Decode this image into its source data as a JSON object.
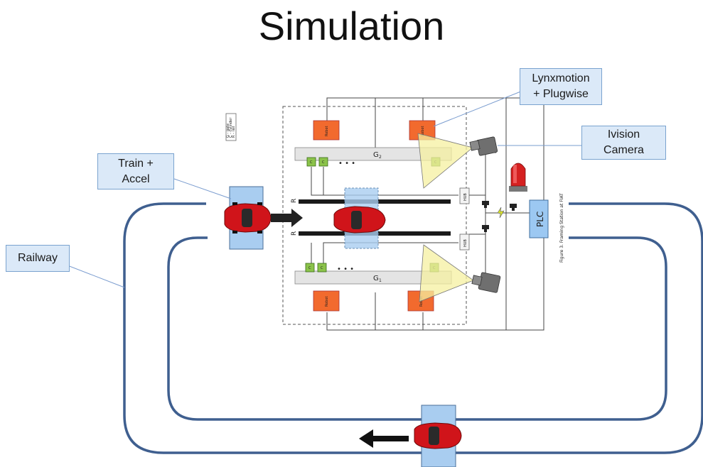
{
  "title": "Simulation",
  "callouts": {
    "lynx": "Lynxmotion\n+ Plugwise",
    "ivision": "Ivision\nCamera",
    "train": "Train +\nAccel",
    "railway": "Railway"
  },
  "diagram": {
    "legend": [
      "G - gate",
      "C - cylinder",
      "R - rail"
    ],
    "robot_label": "Robot",
    "cylinder_label": "C",
    "gate_top": "G",
    "gate_top_sub": "2",
    "gate_bottom": "G",
    "gate_bottom_sub": "1",
    "rail_top": "R",
    "rail_bottom": "R",
    "hub_label": "HUB",
    "plc_label": "PLC",
    "ellipsis": "• • •",
    "figure_caption": "Figure 3. Framing Station at FIAT"
  },
  "colors": {
    "track": "#3f5f8f",
    "robot": "#f26a2e",
    "cylinder": "#8bc34a",
    "car": "#d0141a",
    "zone": "#a9cdf0",
    "plc": "#9cc8f2"
  }
}
